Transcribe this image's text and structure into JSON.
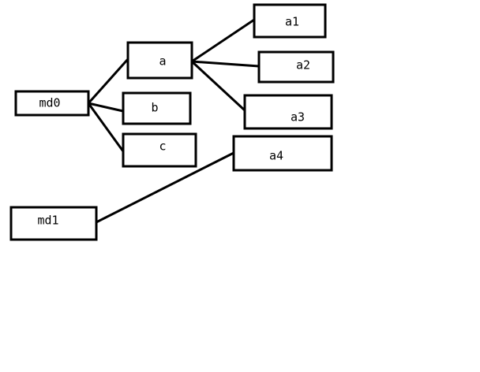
{
  "nodes": {
    "md0": "md0",
    "md1": "md1",
    "a": "a",
    "b": "b",
    "c": "c",
    "a1": "a1",
    "a2": "a2",
    "a3": "a3",
    "a4": "a4"
  },
  "edges": [
    {
      "from": "md0",
      "to": "a"
    },
    {
      "from": "md0",
      "to": "b"
    },
    {
      "from": "md0",
      "to": "c"
    },
    {
      "from": "a",
      "to": "a1"
    },
    {
      "from": "a",
      "to": "a2"
    },
    {
      "from": "a",
      "to": "a3"
    },
    {
      "from": "md1",
      "to": "a4"
    }
  ],
  "colors": {
    "stroke": "#000000",
    "background": "#ffffff"
  }
}
